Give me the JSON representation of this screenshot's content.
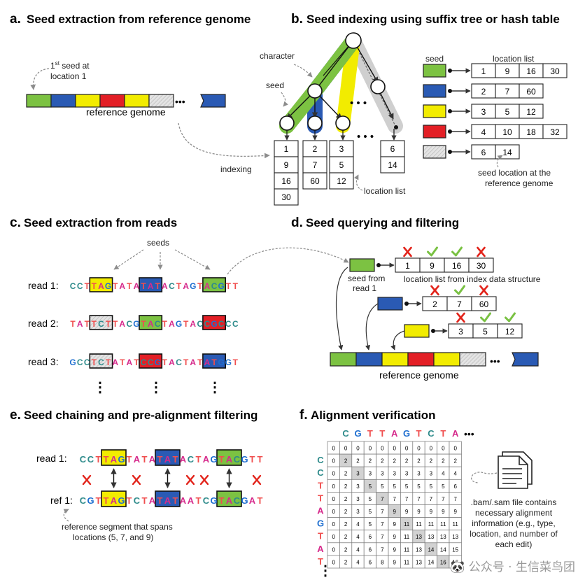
{
  "colors": {
    "green": "#7cc242",
    "blue": "#2a5ab4",
    "yellow": "#f2ec00",
    "red": "#e31f26",
    "gray": "#d9d9d9",
    "nuc_C": "#2e8b8b",
    "nuc_G": "#1f6fd0",
    "nuc_T": "#f04e4e",
    "nuc_A": "#d62b8c",
    "check": "#79c142",
    "cross": "#e2231a"
  },
  "panel_a": {
    "label": "a.",
    "title": "Seed extraction from reference genome",
    "seed_note_line1_pre": "1",
    "seed_note_sup": "st",
    "seed_note_line1_post": " seed at",
    "seed_note_line2": "location 1",
    "genome_label": "reference genome",
    "ellipsis": "•••"
  },
  "panel_b": {
    "label": "b.",
    "title": "Seed indexing using suffix tree or hash table",
    "character_label": "character",
    "seed_label": "seed",
    "indexing_label": "indexing",
    "location_list_label": "location list",
    "tree_lists": [
      [
        "1",
        "9",
        "16",
        "30"
      ],
      [
        "2",
        "7",
        "60"
      ],
      [
        "3",
        "5",
        "12"
      ],
      [
        "6",
        "14"
      ]
    ],
    "table_seed_header": "seed",
    "table_list_header": "location list",
    "table_rows": [
      {
        "seed": "green",
        "locations": [
          "1",
          "9",
          "16",
          "30"
        ]
      },
      {
        "seed": "blue",
        "locations": [
          "2",
          "7",
          "60"
        ]
      },
      {
        "seed": "yellow",
        "locations": [
          "3",
          "5",
          "12"
        ]
      },
      {
        "seed": "red",
        "locations": [
          "4",
          "10",
          "18",
          "32"
        ]
      },
      {
        "seed": "gray",
        "locations": [
          "6",
          "14"
        ]
      }
    ],
    "note_line1": "seed location at the",
    "note_line2": "reference genome"
  },
  "panel_c": {
    "label": "c.",
    "title": "Seed extraction from reads",
    "seeds_label": "seeds",
    "reads": [
      {
        "label": "read 1:",
        "seq": "CCTTAGTATATATACTAGTACGTT"
      },
      {
        "label": "read 2:",
        "seq": "TATTCTTACGTACTAGTACCGCCC"
      },
      {
        "label": "read 3:",
        "seq": "GCCTCTATATCCGTACTATATGGT"
      }
    ],
    "vdots": "⋮"
  },
  "panel_d": {
    "label": "d.",
    "title": "Seed querying and filtering",
    "seed_from_line1": "seed from",
    "seed_from_line2": "read 1",
    "list_note": "location list from index data structure",
    "genome_label": "reference genome",
    "rows": [
      {
        "seed": "green",
        "locations": [
          "1",
          "9",
          "16",
          "30"
        ],
        "marks": [
          "x",
          "v",
          "v",
          "x"
        ]
      },
      {
        "seed": "blue",
        "locations": [
          "2",
          "7",
          "60"
        ],
        "marks": [
          "x",
          "v",
          "x"
        ]
      },
      {
        "seed": "yellow",
        "locations": [
          "3",
          "5",
          "12"
        ],
        "marks": [
          "x",
          "v",
          "v"
        ]
      }
    ]
  },
  "panel_e": {
    "label": "e.",
    "title": "Seed chaining and pre-alignment filtering",
    "read_label": "read 1:",
    "read_seq": "CCTTAGTATATATACTAGTACGTT",
    "ref_label": "ref 1:",
    "ref_seq": "CGTTAGTCTATATAATCGTACGAT",
    "note_line1": "reference segment that spans",
    "note_line2": "locations (5, 7, and 9)"
  },
  "panel_f": {
    "label": "f.",
    "title": "Alignment verification",
    "top_seq": "CGTTAGTCTA",
    "side_seq": "CCTTAGTAT",
    "ellipsis": "•••",
    "vdots": "⋮",
    "matrix": [
      [
        "0",
        "0",
        "0",
        "0",
        "0",
        "0",
        "0",
        "0",
        "0",
        "0",
        "0"
      ],
      [
        "0",
        "2",
        "2",
        "2",
        "2",
        "2",
        "2",
        "2",
        "2",
        "2",
        "2"
      ],
      [
        "0",
        "2",
        "3",
        "3",
        "3",
        "3",
        "3",
        "3",
        "3",
        "4",
        "4"
      ],
      [
        "0",
        "2",
        "3",
        "5",
        "5",
        "5",
        "5",
        "5",
        "5",
        "5",
        "6"
      ],
      [
        "0",
        "2",
        "3",
        "5",
        "7",
        "7",
        "7",
        "7",
        "7",
        "7",
        "7"
      ],
      [
        "0",
        "2",
        "3",
        "5",
        "7",
        "9",
        "9",
        "9",
        "9",
        "9",
        "9"
      ],
      [
        "0",
        "2",
        "4",
        "5",
        "7",
        "9",
        "11",
        "11",
        "11",
        "11",
        "11"
      ],
      [
        "0",
        "2",
        "4",
        "6",
        "7",
        "9",
        "11",
        "13",
        "13",
        "13",
        "13"
      ],
      [
        "0",
        "2",
        "4",
        "6",
        "7",
        "9",
        "11",
        "13",
        "14",
        "14",
        "15"
      ],
      [
        "0",
        "2",
        "4",
        "6",
        "8",
        "9",
        "11",
        "13",
        "14",
        "16",
        "16"
      ]
    ],
    "highlight": [
      [
        1,
        1
      ],
      [
        2,
        2
      ],
      [
        3,
        3
      ],
      [
        4,
        4
      ],
      [
        5,
        5
      ],
      [
        6,
        6
      ],
      [
        7,
        7
      ],
      [
        8,
        8
      ],
      [
        9,
        9
      ]
    ],
    "note_lines": [
      ".bam/.sam file contains",
      "necessary alignment",
      "information (e.g., type,",
      "location, and number of",
      "each edit)"
    ]
  },
  "watermark": "🐼 公众号 · 生信菜鸟团"
}
